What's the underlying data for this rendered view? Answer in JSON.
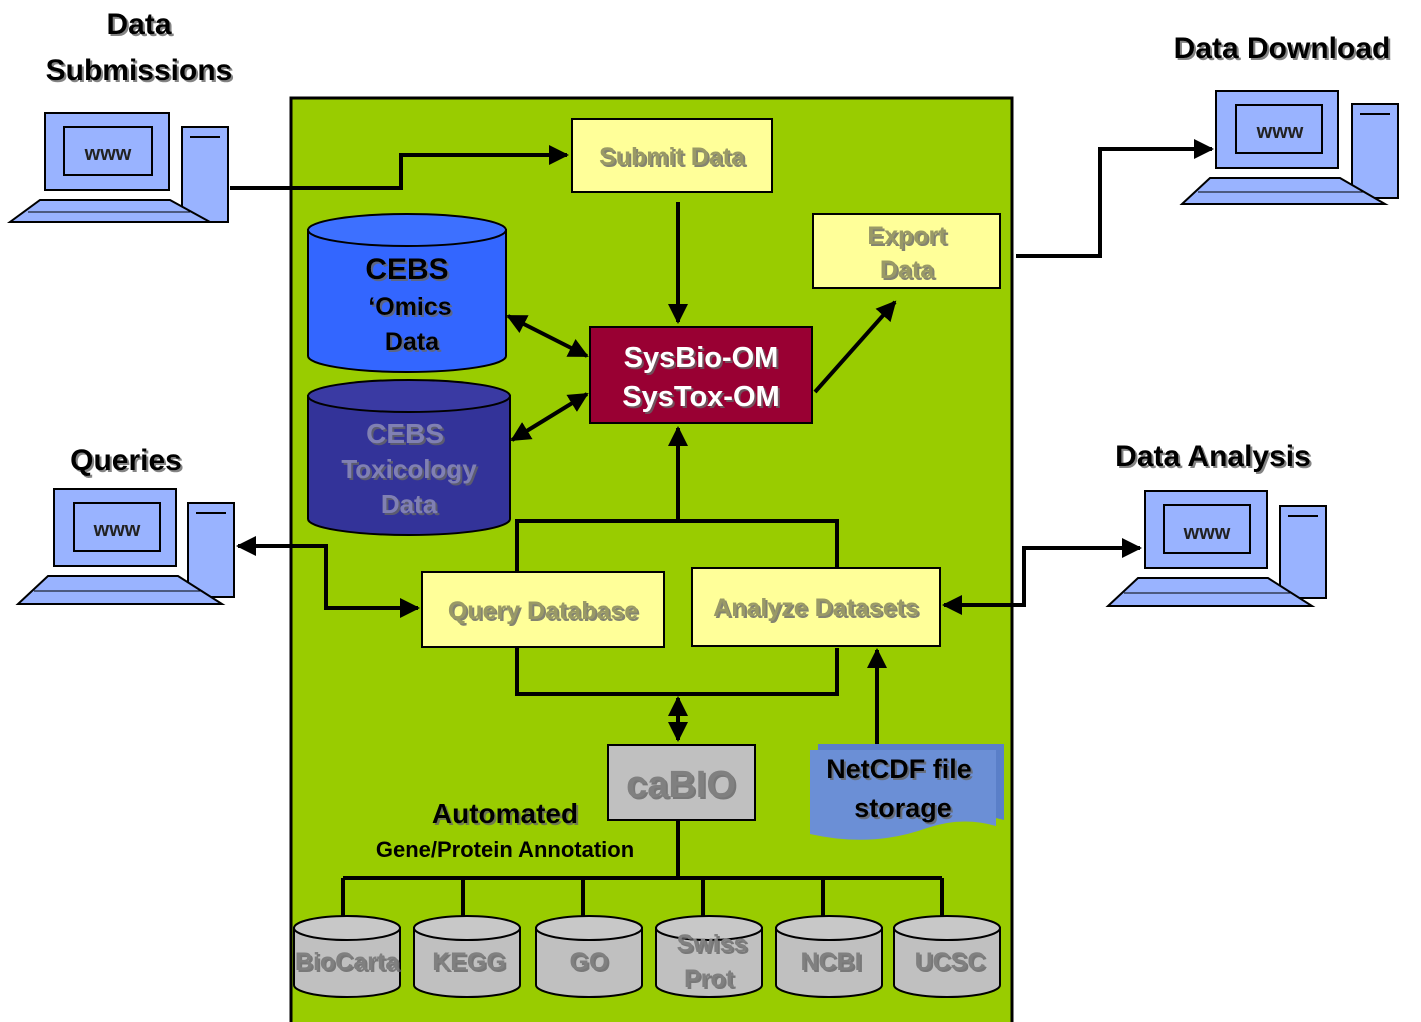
{
  "headings": {
    "submissions_line1": "Data",
    "submissions_line2": "Submissions",
    "download": "Data Download",
    "queries": "Queries",
    "analysis": "Data Analysis"
  },
  "terminals": {
    "submissions_label": "www",
    "download_label": "www",
    "queries_label": "www",
    "analysis_label": "www"
  },
  "boxes": {
    "submit_data": "Submit Data",
    "export_line1": "Export",
    "export_line2": "Data",
    "sysbio": "SysBio-OM",
    "systox": "SysTox-OM",
    "query_database": "Query Database",
    "analyze_datasets": "Analyze Datasets",
    "cabio": "caBIO"
  },
  "databases": {
    "omics_line1": "CEBS",
    "omics_line2": "‘Omics",
    "omics_line3": "Data",
    "tox_line1": "CEBS",
    "tox_line2": "Toxicology",
    "tox_line3": "Data"
  },
  "netcdf": {
    "line1": "NetCDF file",
    "line2": "storage"
  },
  "annotation": {
    "title": "Automated",
    "subtitle": "Gene/Protein Annotation"
  },
  "sources": [
    {
      "line1": "BioCarta",
      "line2": ""
    },
    {
      "line1": "KEGG",
      "line2": ""
    },
    {
      "line1": "GO",
      "line2": ""
    },
    {
      "line1": "Swiss",
      "line2": "Prot"
    },
    {
      "line1": "NCBI",
      "line2": ""
    },
    {
      "line1": "UCSC",
      "line2": ""
    }
  ],
  "colors": {
    "panel_green": "#99cc00",
    "box_yellow": "#ffff99",
    "core_red": "#990033",
    "omics_blue": "#3366ff",
    "tox_navy": "#333399",
    "cabio_gray": "#c0c0c0",
    "netcdf_blue": "#6b8fd6",
    "computer_blue": "#99b3ff"
  }
}
